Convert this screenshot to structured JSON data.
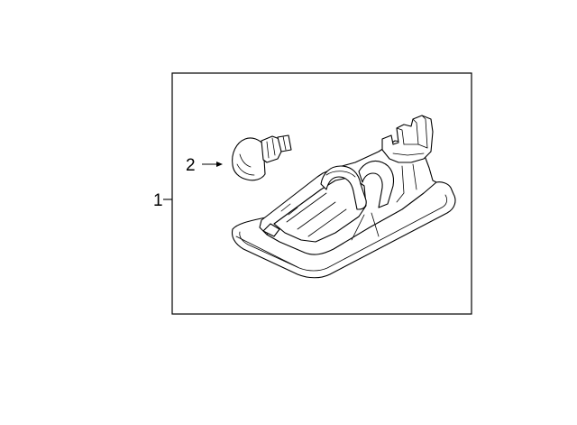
{
  "callouts": [
    {
      "label": "1",
      "part": "license-lamp-assembly"
    },
    {
      "label": "2",
      "part": "bulb"
    }
  ],
  "colors": {
    "line": "#000000",
    "background": "#ffffff",
    "frame": "#000000"
  }
}
